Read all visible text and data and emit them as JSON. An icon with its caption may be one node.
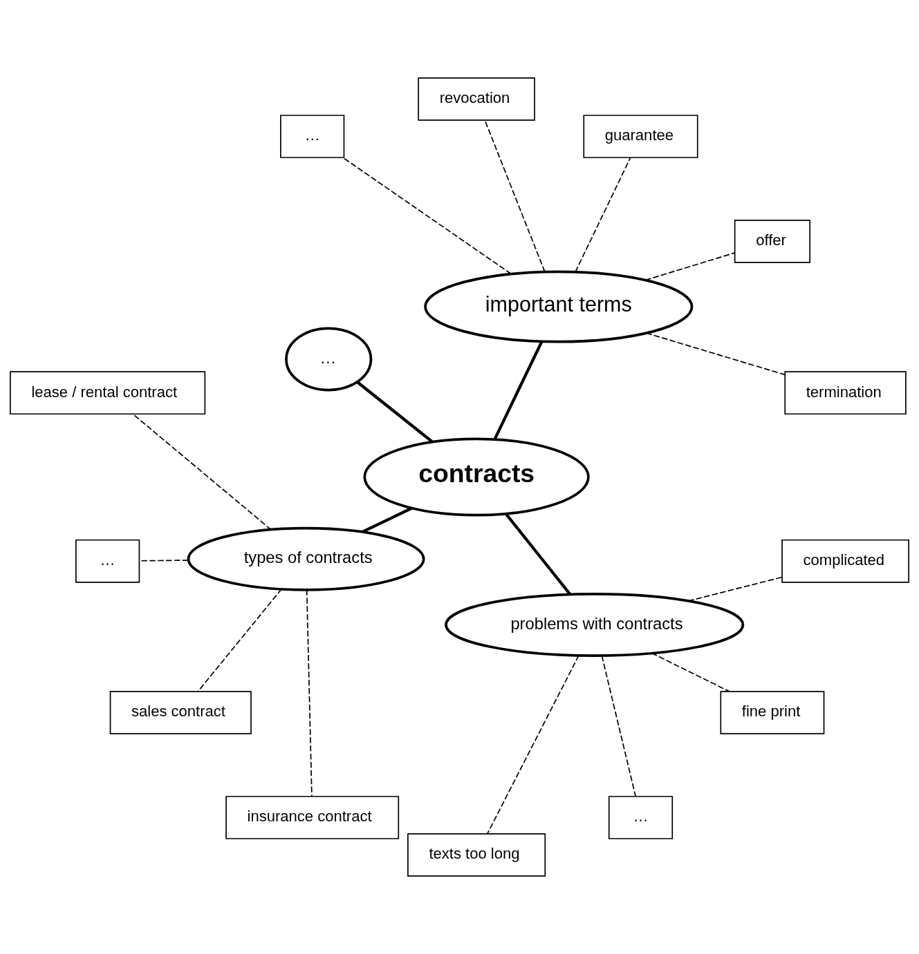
{
  "diagram": {
    "nodes": [
      {
        "text": [
          "contracts"
        ]
      },
      {
        "text": [
          "important terms"
        ]
      },
      {
        "text": [
          "…"
        ]
      },
      {
        "text": [
          "types of contracts"
        ]
      },
      {
        "text": [
          "problems with contracts"
        ]
      },
      {
        "text": [
          "termination"
        ]
      },
      {
        "text": [
          "offer"
        ]
      },
      {
        "text": [
          "guarantee"
        ]
      },
      {
        "text": [
          "revocation"
        ]
      },
      {
        "text": [
          "…"
        ]
      },
      {
        "text": [
          "texts too long"
        ]
      },
      {
        "text": [
          "lease / rental contract"
        ]
      },
      {
        "text": [
          "…"
        ]
      },
      {
        "text": [
          "…"
        ]
      },
      {
        "text": [
          "fine print"
        ]
      },
      {
        "text": [
          "sales contract"
        ]
      },
      {
        "text": [
          "complicated"
        ]
      },
      {
        "text": [
          "insurance contract"
        ]
      }
    ],
    "edges": [
      {
        "from": 0,
        "to": 1,
        "arrow": "none",
        "style": "thick"
      },
      {
        "from": 0,
        "to": 2,
        "arrow": "none",
        "style": "thick"
      },
      {
        "from": 0,
        "to": 3,
        "arrow": "none",
        "style": "thick"
      },
      {
        "from": 0,
        "to": 4,
        "arrow": "none",
        "style": "thick"
      },
      {
        "from": 1,
        "to": 5,
        "arrow": "none",
        "style": "dashed"
      },
      {
        "from": 1,
        "to": 6,
        "arrow": "none",
        "style": "dashed"
      },
      {
        "from": 1,
        "to": 7,
        "arrow": "none",
        "style": "dashed"
      },
      {
        "from": 1,
        "to": 8,
        "arrow": "none",
        "style": "dashed"
      },
      {
        "from": 1,
        "to": 9,
        "arrow": "none",
        "style": "dashed"
      },
      {
        "from": 4,
        "to": 10,
        "arrow": "none",
        "style": "dashed"
      },
      {
        "from": 3,
        "to": 11,
        "arrow": "none",
        "style": "dashed"
      },
      {
        "from": 3,
        "to": 12,
        "arrow": "none",
        "style": "dashed"
      },
      {
        "from": 4,
        "to": 13,
        "arrow": "none",
        "style": "dashed"
      },
      {
        "from": 4,
        "to": 14,
        "arrow": "none",
        "style": "dashed"
      },
      {
        "from": 3,
        "to": 15,
        "arrow": "none",
        "style": "dashed"
      },
      {
        "from": 4,
        "to": 16,
        "arrow": "none",
        "style": "dashed"
      },
      {
        "from": 3,
        "to": 17,
        "arrow": "none",
        "style": "dashed"
      }
    ]
  }
}
